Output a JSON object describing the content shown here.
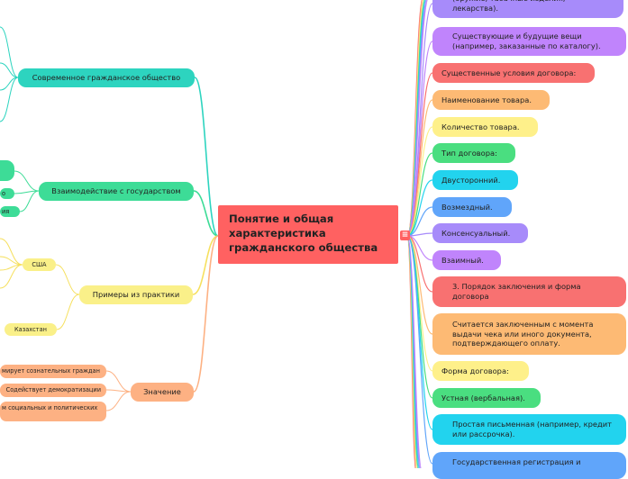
{
  "central": {
    "title": "Понятие и общая характеристика гражданского общества",
    "collapse_glyph": "≡"
  },
  "left_branches": [
    {
      "label": "Современное гражданское общество",
      "color": "#2dd4bf"
    },
    {
      "label": "Взаимодействие с государством",
      "color": "#3ddc97"
    },
    {
      "label": "Примеры из практики",
      "color": "#faf089"
    },
    {
      "label": "Значение",
      "color": "#fdb183"
    }
  ],
  "left_leaves": {
    "interaction": [
      "о",
      "ия"
    ],
    "examples": [
      "США",
      "Казахстан"
    ],
    "meaning": [
      "мирует сознательных граждан",
      "Содействует демократизации",
      "м социальных и политических"
    ]
  },
  "right_nodes": [
    {
      "label": "(оружие, табачные изделия, лекарства).",
      "color": "#a78bfa"
    },
    {
      "label": "Существующие и будущие вещи (например, заказанные по каталогу).",
      "color": "#c084fc"
    },
    {
      "label": "Существенные условия договора:",
      "color": "#f87171"
    },
    {
      "label": "Наименование товара.",
      "color": "#fdba74"
    },
    {
      "label": "Количество товара.",
      "color": "#fef08a"
    },
    {
      "label": "Тип договора:",
      "color": "#4ade80"
    },
    {
      "label": "Двусторонний.",
      "color": "#22d3ee"
    },
    {
      "label": "Возмездный.",
      "color": "#60a5fa"
    },
    {
      "label": "Консенсуальный.",
      "color": "#a78bfa"
    },
    {
      "label": "Взаимный.",
      "color": "#c084fc"
    },
    {
      "label": "3. Порядок заключения и форма договора",
      "color": "#f87171"
    },
    {
      "label": "Считается заключенным с момента выдачи чека или иного документа, подтверждающего оплату.",
      "color": "#fdba74"
    },
    {
      "label": "Форма договора:",
      "color": "#fef08a"
    },
    {
      "label": "Устная (вербальная).",
      "color": "#4ade80"
    },
    {
      "label": "Простая письменная (например, кредит или рассрочка).",
      "color": "#22d3ee"
    },
    {
      "label": "Государственная регистрация и",
      "color": "#60a5fa"
    }
  ]
}
